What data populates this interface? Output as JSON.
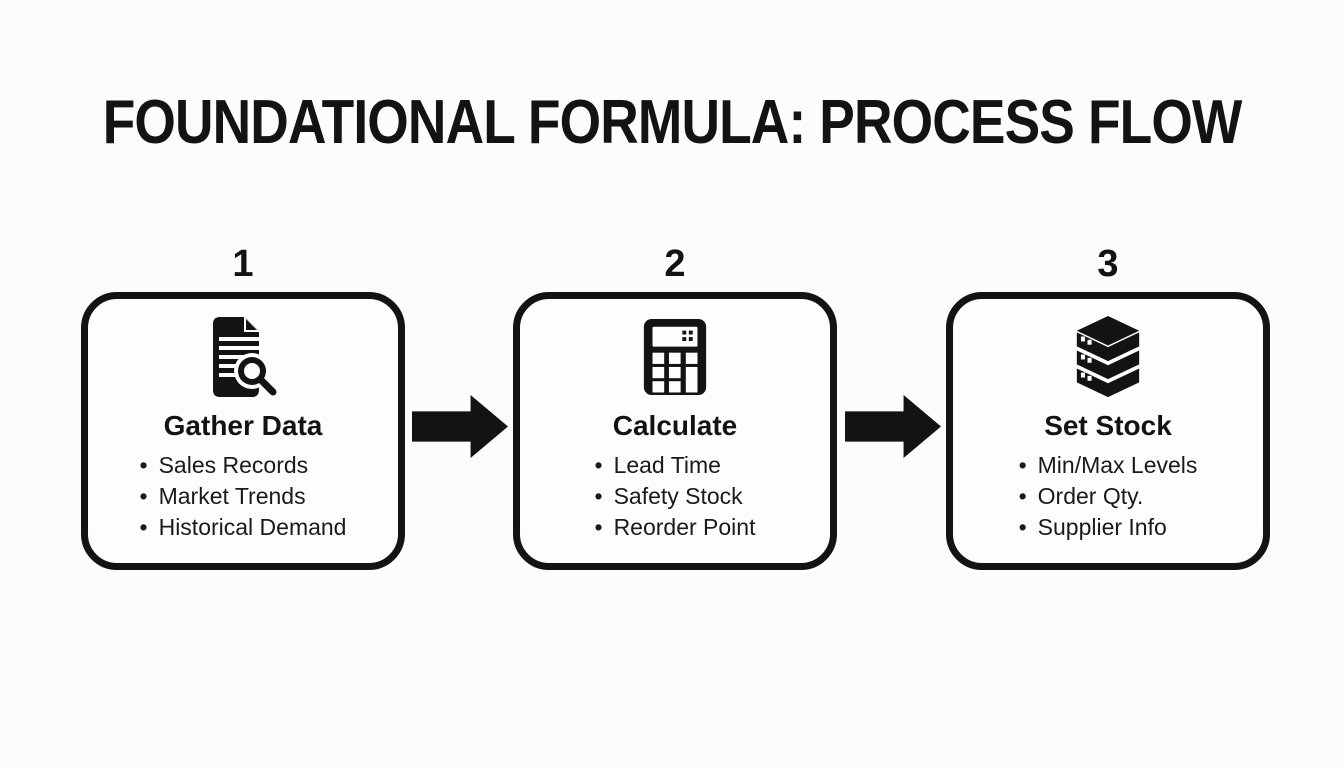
{
  "title": "FOUNDATIONAL FORMULA: PROCESS FLOW",
  "steps": [
    {
      "number": "1",
      "icon": "document-search-icon",
      "label": "Gather Data",
      "bullets": [
        "Sales Records",
        "Market Trends",
        "Historical Demand"
      ]
    },
    {
      "number": "2",
      "icon": "calculator-icon",
      "label": "Calculate",
      "bullets": [
        "Lead Time",
        "Safety Stock",
        "Reorder Point"
      ]
    },
    {
      "number": "3",
      "icon": "stacked-boxes-icon",
      "label": "Set Stock",
      "bullets": [
        "Min/Max Levels",
        "Order Qty.",
        "Supplier Info"
      ]
    }
  ],
  "colors": {
    "background": "#fcfcfd",
    "ink": "#131313"
  }
}
